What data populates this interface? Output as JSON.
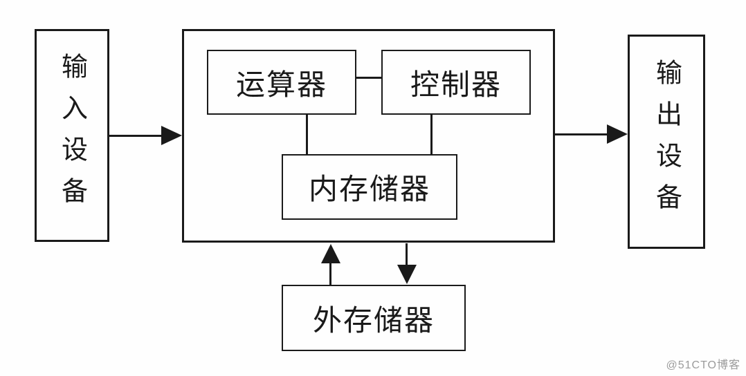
{
  "diagram": {
    "type": "block-diagram",
    "subject": "computer-hardware-architecture",
    "nodes": {
      "input_device": {
        "label": "输入设备"
      },
      "alu": {
        "label": "运算器"
      },
      "control_unit": {
        "label": "控制器"
      },
      "internal_memory": {
        "label": "内存储器"
      },
      "external_memory": {
        "label": "外存储器"
      },
      "output_device": {
        "label": "输出设备"
      }
    },
    "edges": [
      {
        "from": "input_device",
        "to": "cpu_host_block",
        "style": "arrow",
        "direction": "right"
      },
      {
        "from": "alu",
        "to": "control_unit",
        "style": "plain-line"
      },
      {
        "from": "alu",
        "to": "internal_memory",
        "style": "plain-line"
      },
      {
        "from": "control_unit",
        "to": "internal_memory",
        "style": "plain-line"
      },
      {
        "from": "external_memory",
        "to": "cpu_host_block",
        "style": "arrow",
        "direction": "up"
      },
      {
        "from": "cpu_host_block",
        "to": "external_memory",
        "style": "arrow",
        "direction": "down"
      },
      {
        "from": "cpu_host_block",
        "to": "output_device",
        "style": "arrow",
        "direction": "right"
      }
    ],
    "watermark": "@51CTO博客",
    "colors": {
      "stroke": "#1a1a1a",
      "background": "#fefefe",
      "watermark": "#9b9b9b"
    }
  }
}
